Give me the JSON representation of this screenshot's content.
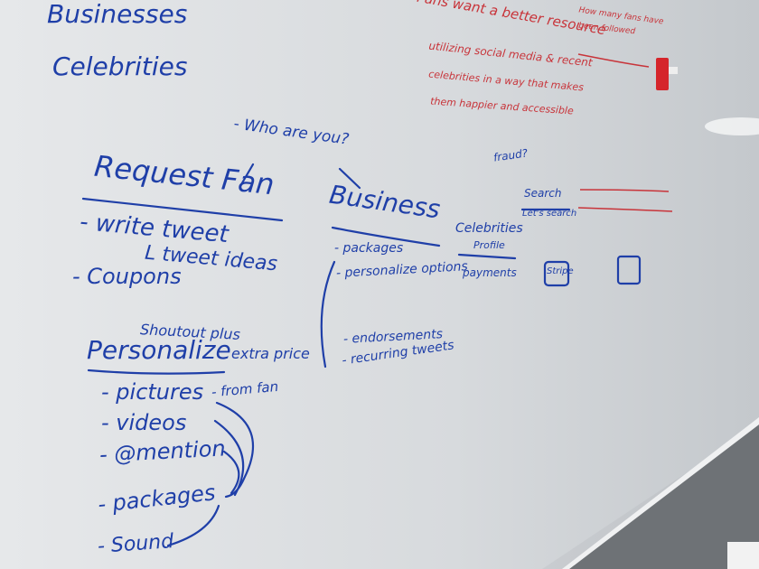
{
  "colors": {
    "wall": "#dcdfe1",
    "blue_marker": "#1f3fa8",
    "red_marker": "#c8343a",
    "floor": "#6b6f73"
  },
  "left": {
    "businesses": "Businesses",
    "celebrities": "Celebrities",
    "who_are_you": "- Who are you?",
    "request_title": "Request Fan",
    "write_tweet": "- write tweet",
    "tweet_ideas": "L tweet ideas",
    "coupons": "- Coupons",
    "shoutout_plus": "Shoutout plus",
    "extra_price": "extra price",
    "personalize_title": "Personalize",
    "pictures": "- pictures",
    "from_fan": "- from fan",
    "videos": "- videos",
    "mention": "- @mention",
    "packages": "- packages",
    "sound": "- Sound"
  },
  "middle": {
    "business_title": "Business",
    "packages": "- packages",
    "personalize_options": "- personalize options",
    "endorsements": "- endorsements",
    "recurring_tweets": "- recurring tweets",
    "celebrities_title": "Celebrities",
    "celebrities_sub": "Profile",
    "payments": "payments",
    "fraud": "fraud?",
    "search": "Search",
    "search_sub": "Let's search",
    "stripe": "Stripe"
  },
  "red": {
    "fans_want": "Fans want a better resource",
    "utilizing": "utilizing social media & recent",
    "celebrities_line": "celebrities in a way that makes",
    "them_line": "them happier and accessible",
    "top_right_1": "How many fans have",
    "top_right_2": "been followed"
  }
}
